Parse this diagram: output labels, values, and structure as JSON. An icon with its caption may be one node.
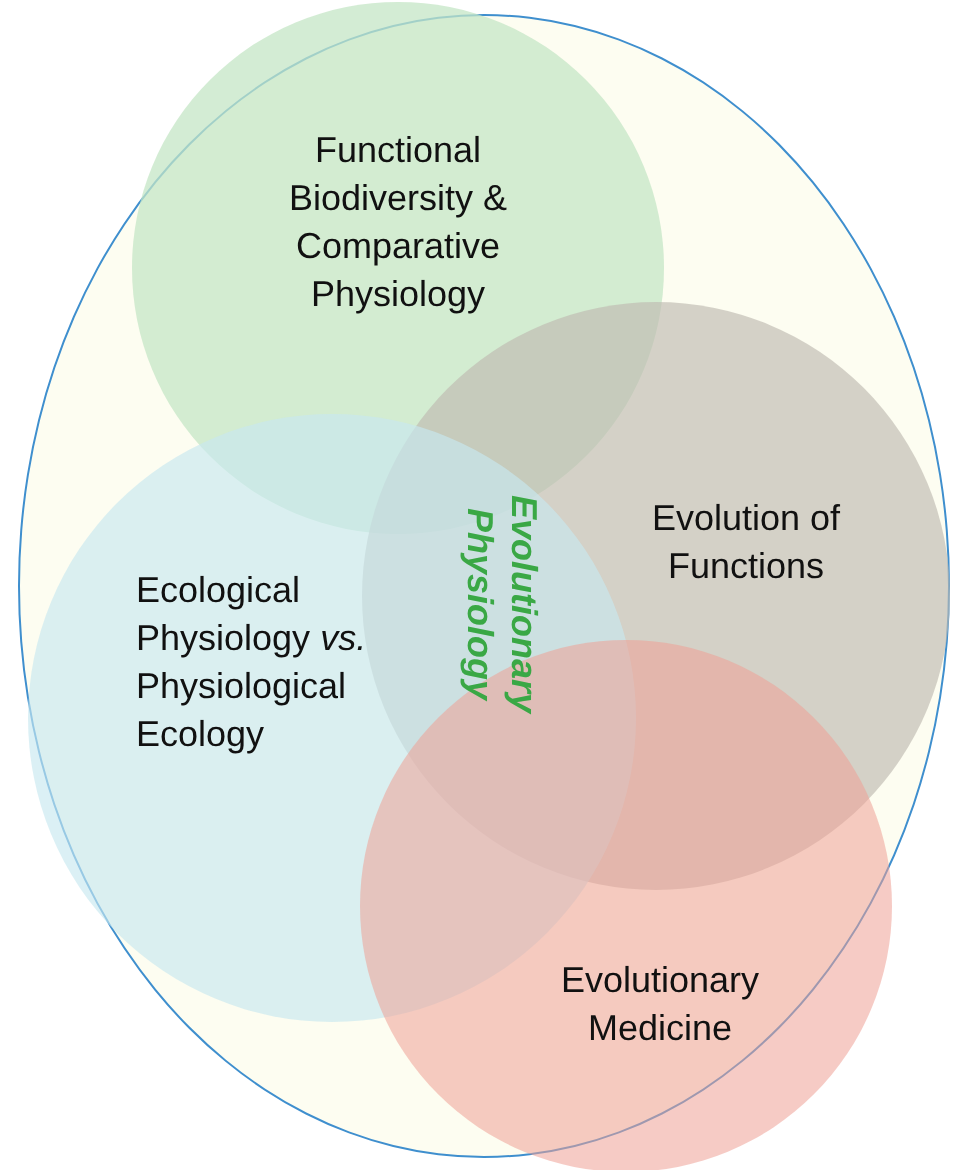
{
  "diagram": {
    "nodes": [
      {
        "text": [],
        "shape": "ellipse"
      },
      {
        "text": [
          "Functional Biodiversity & Comparative Physiology"
        ],
        "in": 0
      },
      {
        "text": [
          "Evolution of Functions"
        ],
        "in": 0
      },
      {
        "text": [
          "Ecological Physiology *vs.* Physiological Ecology"
        ],
        "in": 0
      },
      {
        "text": [
          "Evolutionary Medicine"
        ],
        "in": 0
      }
    ],
    "edges": [],
    "labels": [
      "Evolutionary Physiology"
    ]
  }
}
